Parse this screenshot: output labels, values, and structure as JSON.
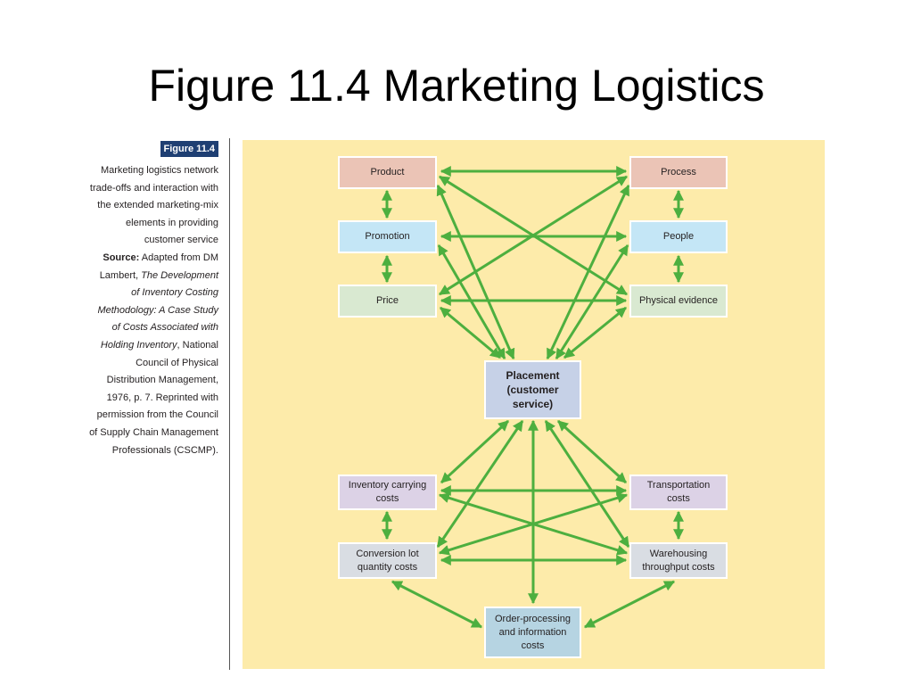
{
  "title": "Figure 11.4 Marketing Logistics",
  "caption": {
    "label": "Figure 11.4",
    "description": "Marketing logistics network trade-offs and interaction with the extended marketing-mix elements in providing customer service",
    "source_label": "Source:",
    "source_prefix": "Adapted from DM Lambert,",
    "source_work": "The Development of Inventory Costing Methodology: A Case Study of Costs Associated with Holding Inventory",
    "source_suffix": ", National Council of Physical Distribution Management, 1976, p. 7. Reprinted with permission from the Council of Supply Chain Management Professionals (CSCMP)."
  },
  "diagram": {
    "product": "Product",
    "process": "Process",
    "promotion": "Promotion",
    "people": "People",
    "price": "Price",
    "physical_evidence": "Physical evidence",
    "placement": "Placement (customer service)",
    "inventory": "Inventory carrying costs",
    "transportation": "Transportation costs",
    "conversion": "Conversion lot quantity costs",
    "warehousing": "Warehousing throughput costs",
    "order": "Order-processing and information costs"
  },
  "colors": {
    "arrow": "#4daf3f",
    "panel": "#fdebaa"
  }
}
